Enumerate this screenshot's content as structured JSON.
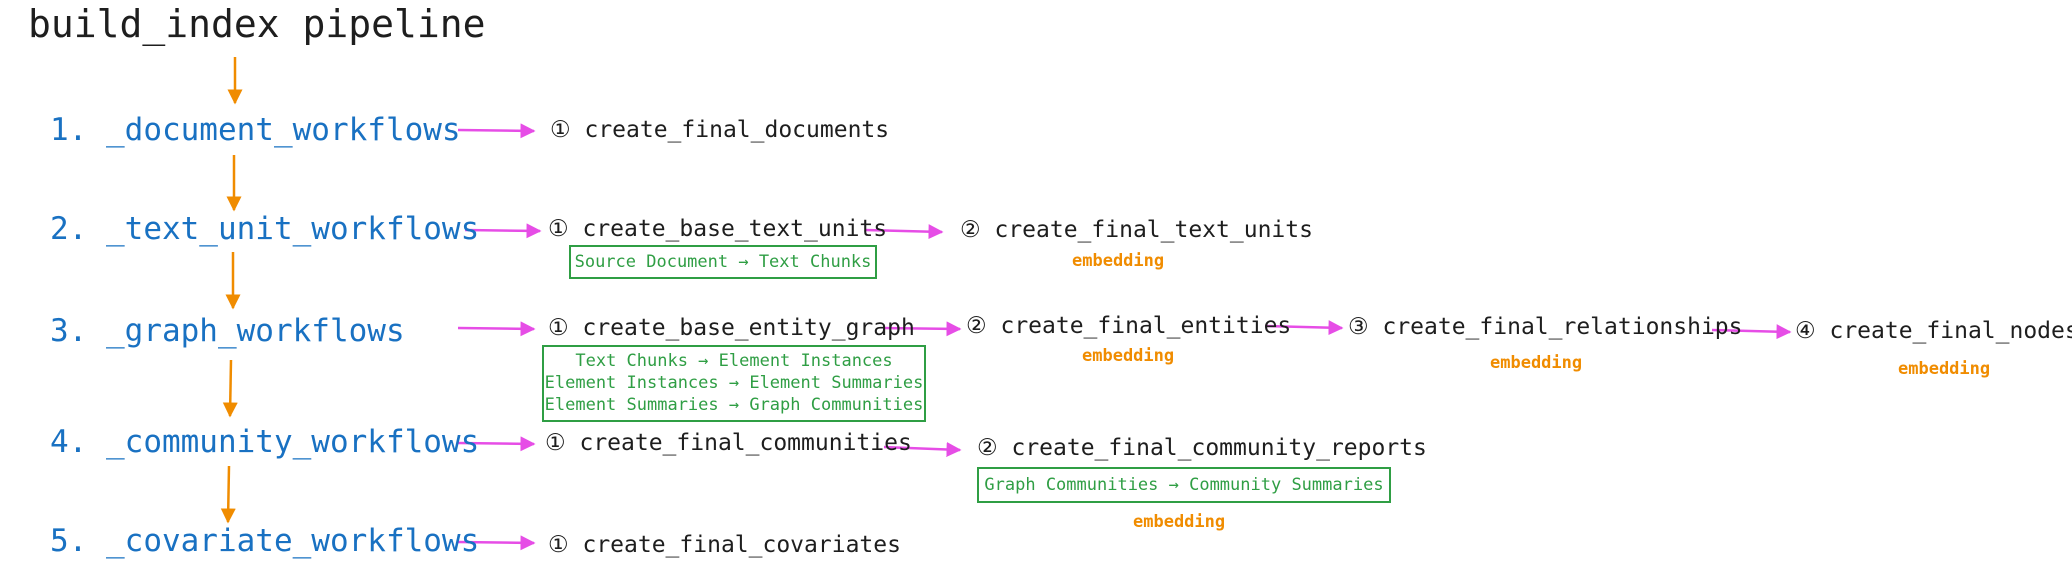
{
  "title": "build_index pipeline",
  "colors": {
    "stage": "#1971c2",
    "vertical_arrow": "#f08c00",
    "horizontal_arrow": "#e64de6",
    "transform_box": "#2f9e44",
    "embedding": "#f08c00",
    "text": "#1e1e1e"
  },
  "stages": [
    {
      "label": "1. _document_workflows",
      "steps": [
        {
          "label": "① create_final_documents"
        }
      ]
    },
    {
      "label": "2. _text_unit_workflows",
      "steps": [
        {
          "label": "① create_base_text_units",
          "transforms": [
            "Source Document → Text Chunks"
          ]
        },
        {
          "label": "② create_final_text_units",
          "embedding": "embedding"
        }
      ]
    },
    {
      "label": "3. _graph_workflows",
      "steps": [
        {
          "label": "① create_base_entity_graph",
          "transforms": [
            "Text Chunks → Element Instances",
            "Element Instances → Element Summaries",
            "Element Summaries → Graph Communities"
          ]
        },
        {
          "label": "② create_final_entities",
          "embedding": "embedding"
        },
        {
          "label": "③ create_final_relationships",
          "embedding": "embedding"
        },
        {
          "label": "④ create_final_nodes",
          "embedding": "embedding"
        }
      ]
    },
    {
      "label": "4. _community_workflows",
      "steps": [
        {
          "label": "① create_final_communities"
        },
        {
          "label": "② create_final_community_reports",
          "transforms": [
            "Graph Communities → Community Summaries"
          ],
          "embedding": "embedding"
        }
      ]
    },
    {
      "label": "5. _covariate_workflows",
      "steps": [
        {
          "label": "① create_final_covariates"
        }
      ]
    }
  ]
}
